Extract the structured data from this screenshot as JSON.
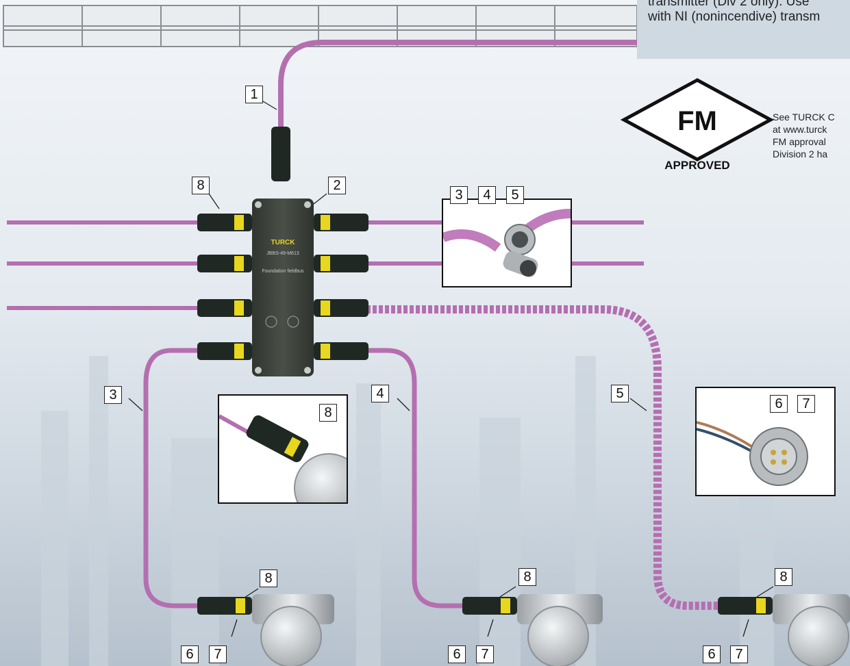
{
  "note": {
    "lines": [
      "transmitter (Div 2 only). Use",
      "with NI (nonincendive) transm"
    ]
  },
  "fm_badge": {
    "mark": "FM",
    "approved": "APPROVED",
    "text_lines": [
      "See TURCK C",
      "at www.turck",
      "FM approval",
      "Division 2 ha"
    ]
  },
  "junction_box": {
    "brand": "TURCK",
    "model": "JBBS-49-M613",
    "subtitle": "Foundation fieldbus"
  },
  "callouts": {
    "trunk": [
      "1"
    ],
    "junction": [
      "2"
    ],
    "left_connector": [
      "8"
    ],
    "cable_photo": [
      "3",
      "4",
      "5"
    ],
    "receptacle_photo": [
      "6",
      "7"
    ],
    "inset_photo": [
      "8"
    ],
    "spur3": [
      "3"
    ],
    "spur4": [
      "4"
    ],
    "spur5": [
      "5"
    ],
    "dev1_top": [
      "8"
    ],
    "dev1_bottom": [
      "6",
      "7"
    ],
    "dev2_top": [
      "8"
    ],
    "dev2_bottom": [
      "6",
      "7"
    ],
    "dev3_top": [
      "8"
    ],
    "dev3_bottom": [
      "6",
      "7"
    ]
  },
  "colors": {
    "cable": "#b46fb0",
    "connector_body": "#1f2823",
    "connector_label": "#e8d71c",
    "junction_box": "#3a3f3a"
  }
}
